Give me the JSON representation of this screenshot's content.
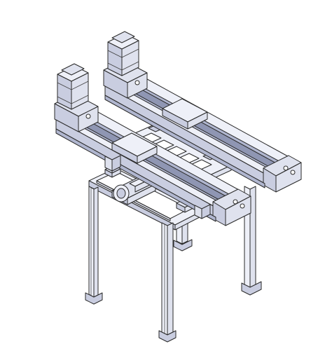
{
  "scene": {
    "description_text": "",
    "colors": {
      "background": "#ffffff",
      "line": "#2a2a2a",
      "face_light": "#eef0f8",
      "face_mid": "#dfe2ee",
      "face_shade": "#c9cde0",
      "face_dark": "#b0b6cf"
    },
    "parts": [
      "frame-table",
      "frame-leg",
      "linear-actuator-rail",
      "servo-motor",
      "carriage-plate",
      "drive-coupling"
    ]
  }
}
